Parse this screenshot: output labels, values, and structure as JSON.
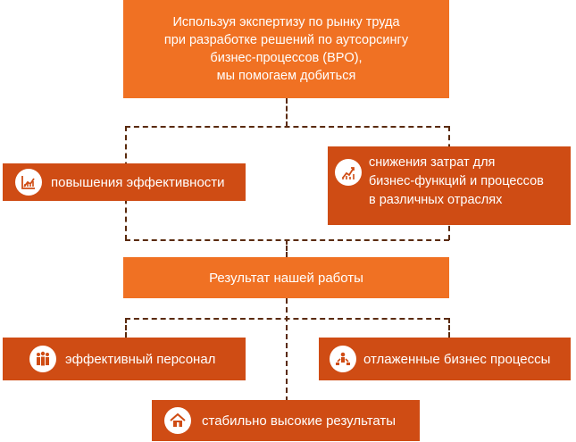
{
  "intro": {
    "lines": [
      "Используя экспертизу по рынку труда",
      "при разработке решений по аутсорсингу",
      "бизнес-процессов (BPO),",
      "мы помогаем добиться"
    ]
  },
  "goals": {
    "efficiency": {
      "label": "повышения эффективности",
      "icon": "chart-icon"
    },
    "costs": {
      "lines": [
        "снижения затрат для",
        "бизнес-функций и процессов",
        "в различных отраслях"
      ],
      "icon": "growth-chart-icon"
    }
  },
  "result": {
    "label": "Результат нашей работы"
  },
  "outcomes": {
    "staff": {
      "label": "эффективный персонал",
      "icon": "people-icon"
    },
    "processes": {
      "label": "отлаженные бизнес процессы",
      "icon": "process-icon"
    },
    "results": {
      "label": "стабильно высокие результаты",
      "icon": "house-icon"
    }
  },
  "colors": {
    "orange": "#f07123",
    "dark_orange": "#cf4c14",
    "connector": "#5a2a0c"
  }
}
